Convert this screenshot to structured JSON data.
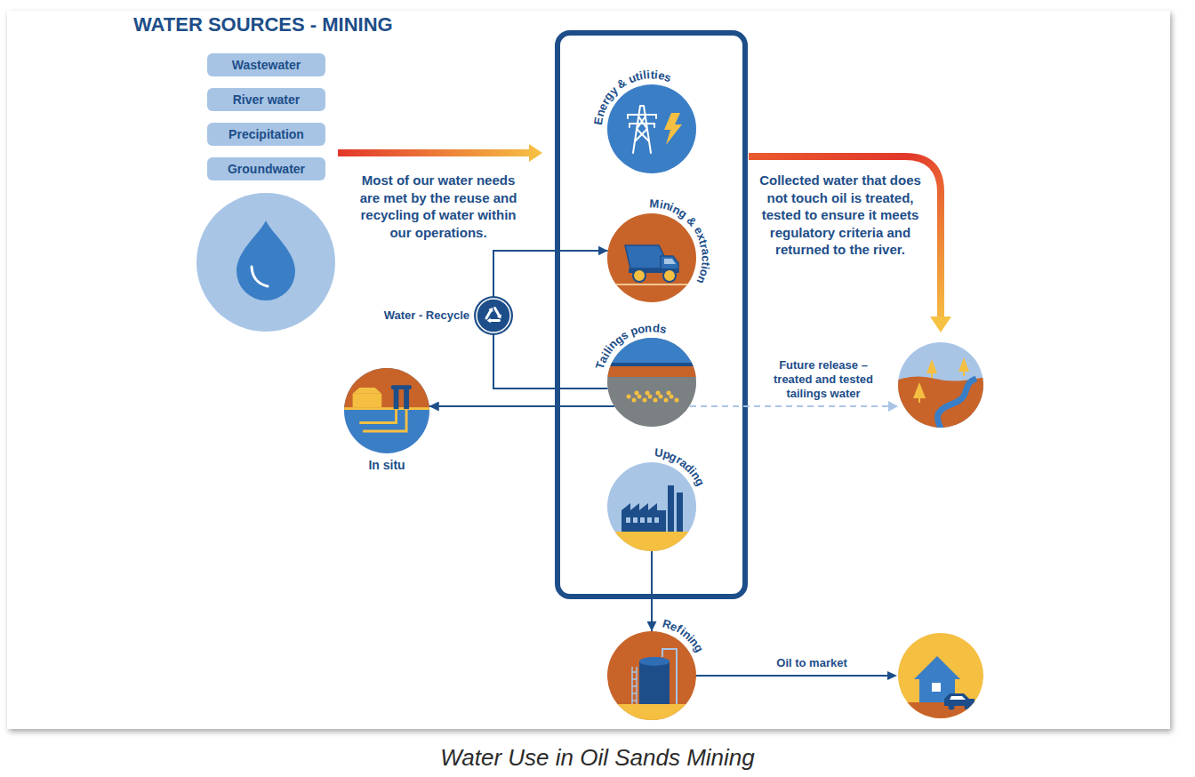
{
  "diagram": {
    "title": "WATER SOURCES - MINING",
    "caption": "Water Use in Oil Sands Mining",
    "nodes": [
      {
        "text": [
          "Wastewater"
        ]
      },
      {
        "text": [
          "River water"
        ]
      },
      {
        "text": [
          "Precipitation"
        ]
      },
      {
        "text": [
          "Groundwater"
        ]
      },
      {
        "text": [
          "Energy & utilities"
        ]
      },
      {
        "text": [
          "Mining & extraction"
        ]
      },
      {
        "text": [
          "Tailings ponds"
        ]
      },
      {
        "text": [
          "In situ"
        ]
      },
      {
        "text": [
          "Upgrading"
        ]
      },
      {
        "text": [
          "Refining"
        ]
      }
    ],
    "edges": [
      {
        "from": 6,
        "to": 5,
        "arrow": "to",
        "label": "Water - Recycle"
      },
      {
        "from": 6,
        "to": 7,
        "arrow": "to"
      },
      {
        "from": 8,
        "to": 9,
        "arrow": "to"
      }
    ],
    "labels": [
      "Most of our water needs are met by the reuse and recycling of water within our operations.",
      "Collected water that does not touch oil is treated, tested to ensure it meets regulatory criteria and returned to the river.",
      "Future release – treated and tested tailings water",
      "Oil to market"
    ]
  }
}
